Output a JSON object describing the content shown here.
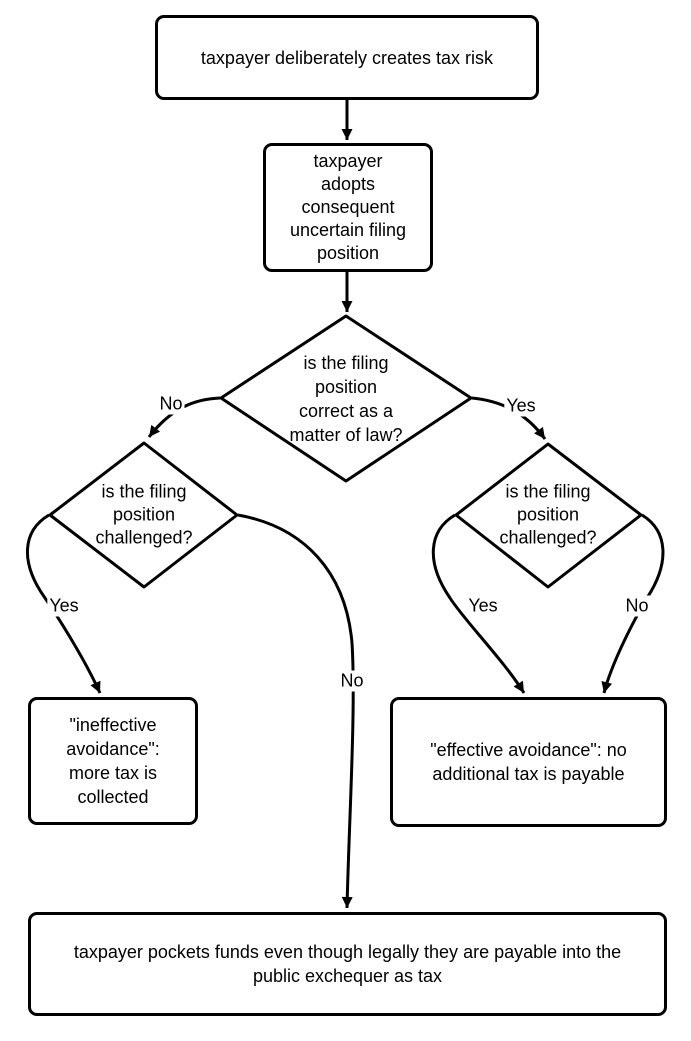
{
  "canvas": {
    "background": "#ffffff",
    "stroke_color": "#000000"
  },
  "nodes": {
    "create_risk": {
      "lines": [
        "taxpayer deliberately creates tax risk"
      ]
    },
    "adopt_position": {
      "lines": [
        "taxpayer",
        "adopts",
        "consequent",
        "uncertain filing",
        "position"
      ]
    },
    "correct_in_law": {
      "lines": [
        "is the filing",
        "position",
        "correct as a",
        "matter of law?"
      ]
    },
    "challenged_left": {
      "lines": [
        "is the filing",
        "position",
        "challenged?"
      ]
    },
    "challenged_right": {
      "lines": [
        "is the filing",
        "position",
        "challenged?"
      ]
    },
    "ineffective": {
      "lines": [
        "\"ineffective",
        "avoidance\":",
        "more tax is",
        "collected"
      ]
    },
    "effective": {
      "lines": [
        "\"effective avoidance\": no",
        "additional tax is payable"
      ]
    },
    "pockets": {
      "lines": [
        "taxpayer pockets funds even though legally they are payable into the",
        "public exchequer as tax"
      ]
    }
  },
  "edge_labels": {
    "central_no": "No",
    "central_yes": "Yes",
    "left_yes": "Yes",
    "left_no": "No",
    "right_yes": "Yes",
    "right_no": "No"
  }
}
